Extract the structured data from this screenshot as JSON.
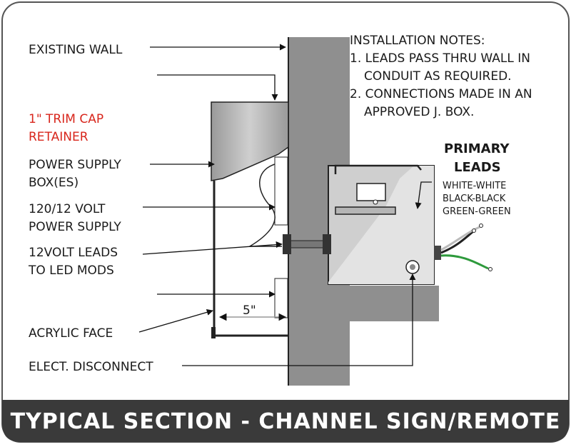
{
  "banner": {
    "text": "TYPICAL SECTION - CHANNEL SIGN/REMOTE"
  },
  "labels": {
    "existing_wall": "EXISTING  WALL",
    "trim_cap_line1": "1\" TRIM CAP",
    "trim_cap_line2": "RETAINER",
    "power_box_line1": "POWER SUPPLY",
    "power_box_line2": "BOX(ES)",
    "volt_supply_line1": "120/12 VOLT",
    "volt_supply_line2": "POWER SUPPLY",
    "leads_line1": "12VOLT LEADS",
    "leads_line2": "TO LED MODS",
    "acrylic_face": "ACRYLIC FACE",
    "disconnect": "ELECT. DISCONNECT",
    "dimension": "5\""
  },
  "notes": {
    "title": "INSTALLATION NOTES:",
    "line1": "1. LEADS PASS THRU WALL IN",
    "line2": "CONDUIT  AS REQUIRED.",
    "line3": "2. CONNECTIONS MADE IN AN",
    "line4": "APPROVED J. BOX."
  },
  "primary": {
    "title1": "PRIMARY",
    "title2": "LEADS",
    "wire1": "WHITE-WHITE",
    "wire2": "BLACK-BLACK",
    "wire3": "GREEN-GREEN"
  },
  "colors": {
    "accent_red": "#d8261c",
    "wall_gray": "#8f8f8f",
    "box_gray": "#cfcfcf",
    "banner_bg": "#3a3a3a",
    "green_wire": "#2e9a3c"
  }
}
